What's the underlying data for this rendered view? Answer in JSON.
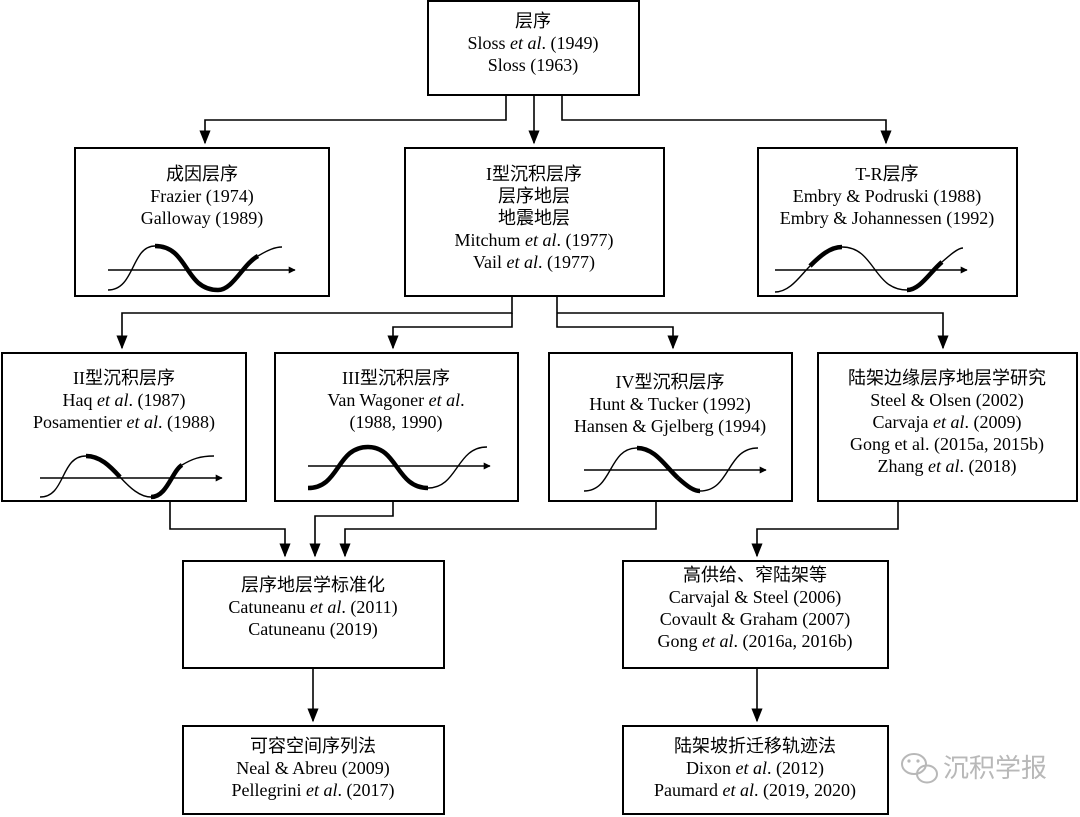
{
  "nodes": {
    "sequence": {
      "lines": [
        [
          {
            "t": "层序"
          }
        ],
        [
          {
            "t": "Sloss "
          },
          {
            "t": "et al",
            "i": true
          },
          {
            "t": ". (1949)"
          }
        ],
        [
          {
            "t": "Sloss (1963)"
          }
        ]
      ]
    },
    "genetic": {
      "lines": [
        [
          {
            "t": "成因层序"
          }
        ],
        [
          {
            "t": "Frazier (1974)"
          }
        ],
        [
          {
            "t": "Galloway (1989)"
          }
        ]
      ]
    },
    "type1": {
      "lines": [
        [
          {
            "t": "I型沉积层序"
          }
        ],
        [
          {
            "t": "层序地层"
          }
        ],
        [
          {
            "t": "地震地层"
          }
        ],
        [
          {
            "t": "Mitchum "
          },
          {
            "t": "et al",
            "i": true
          },
          {
            "t": ". (1977)"
          }
        ],
        [
          {
            "t": "Vail "
          },
          {
            "t": "et al",
            "i": true
          },
          {
            "t": ". (1977)"
          }
        ]
      ]
    },
    "tr": {
      "lines": [
        [
          {
            "t": "T-R层序"
          }
        ],
        [
          {
            "t": "Embry & Podruski (1988)"
          }
        ],
        [
          {
            "t": "Embry & Johannessen (1992)"
          }
        ]
      ]
    },
    "type2": {
      "lines": [
        [
          {
            "t": "II型沉积层序"
          }
        ],
        [
          {
            "t": "Haq "
          },
          {
            "t": "et al",
            "i": true
          },
          {
            "t": ". (1987)"
          }
        ],
        [
          {
            "t": "Posamentier "
          },
          {
            "t": "et al",
            "i": true
          },
          {
            "t": ". (1988)"
          }
        ]
      ]
    },
    "type3": {
      "lines": [
        [
          {
            "t": "III型沉积层序"
          }
        ],
        [
          {
            "t": "Van Wagoner "
          },
          {
            "t": "et al",
            "i": true
          },
          {
            "t": "."
          }
        ],
        [
          {
            "t": "(1988, 1990)"
          }
        ]
      ]
    },
    "type4": {
      "lines": [
        [
          {
            "t": "IV型沉积层序"
          }
        ],
        [
          {
            "t": "Hunt & Tucker (1992)"
          }
        ],
        [
          {
            "t": "Hansen & Gjelberg (1994)"
          }
        ]
      ]
    },
    "shelf_margin": {
      "lines": [
        [
          {
            "t": "陆架边缘层序地层学研究"
          }
        ],
        [
          {
            "t": "Steel & Olsen (2002)"
          }
        ],
        [
          {
            "t": "Carvaja "
          },
          {
            "t": "et al",
            "i": true
          },
          {
            "t": ". (2009)"
          }
        ],
        [
          {
            "t": "Gong et al. (2015a, 2015b)"
          }
        ],
        [
          {
            "t": "Zhang "
          },
          {
            "t": "et al",
            "i": true
          },
          {
            "t": ". (2018)"
          }
        ]
      ]
    },
    "standardization": {
      "lines": [
        [
          {
            "t": "层序地层学标准化"
          }
        ],
        [
          {
            "t": "Catuneanu "
          },
          {
            "t": "et al",
            "i": true
          },
          {
            "t": ". (2011)"
          }
        ],
        [
          {
            "t": "Catuneanu (2019)"
          }
        ]
      ]
    },
    "high_supply": {
      "lines": [
        [
          {
            "t": "高供给、窄陆架等"
          }
        ],
        [
          {
            "t": "Carvajal & Steel (2006)"
          }
        ],
        [
          {
            "t": "Covault & Graham (2007)"
          }
        ],
        [
          {
            "t": "Gong "
          },
          {
            "t": "et al",
            "i": true
          },
          {
            "t": ". (2016a, 2016b)"
          }
        ]
      ]
    },
    "accommodation": {
      "lines": [
        [
          {
            "t": "可容空间序列法"
          }
        ],
        [
          {
            "t": "Neal & Abreu (2009)"
          }
        ],
        [
          {
            "t": "Pellegrini "
          },
          {
            "t": "et al",
            "i": true
          },
          {
            "t": ". (2017)"
          }
        ]
      ]
    },
    "trajectory": {
      "lines": [
        [
          {
            "t": "陆架坡折迁移轨迹法"
          }
        ],
        [
          {
            "t": "Dixon "
          },
          {
            "t": "et al",
            "i": true
          },
          {
            "t": ". (2012)"
          }
        ],
        [
          {
            "t": "Paumard "
          },
          {
            "t": "et al",
            "i": true
          },
          {
            "t": ". (2019, 2020)"
          }
        ]
      ]
    }
  },
  "watermark": {
    "text": "沉积学报",
    "icon": "wechat-logo-icon"
  }
}
